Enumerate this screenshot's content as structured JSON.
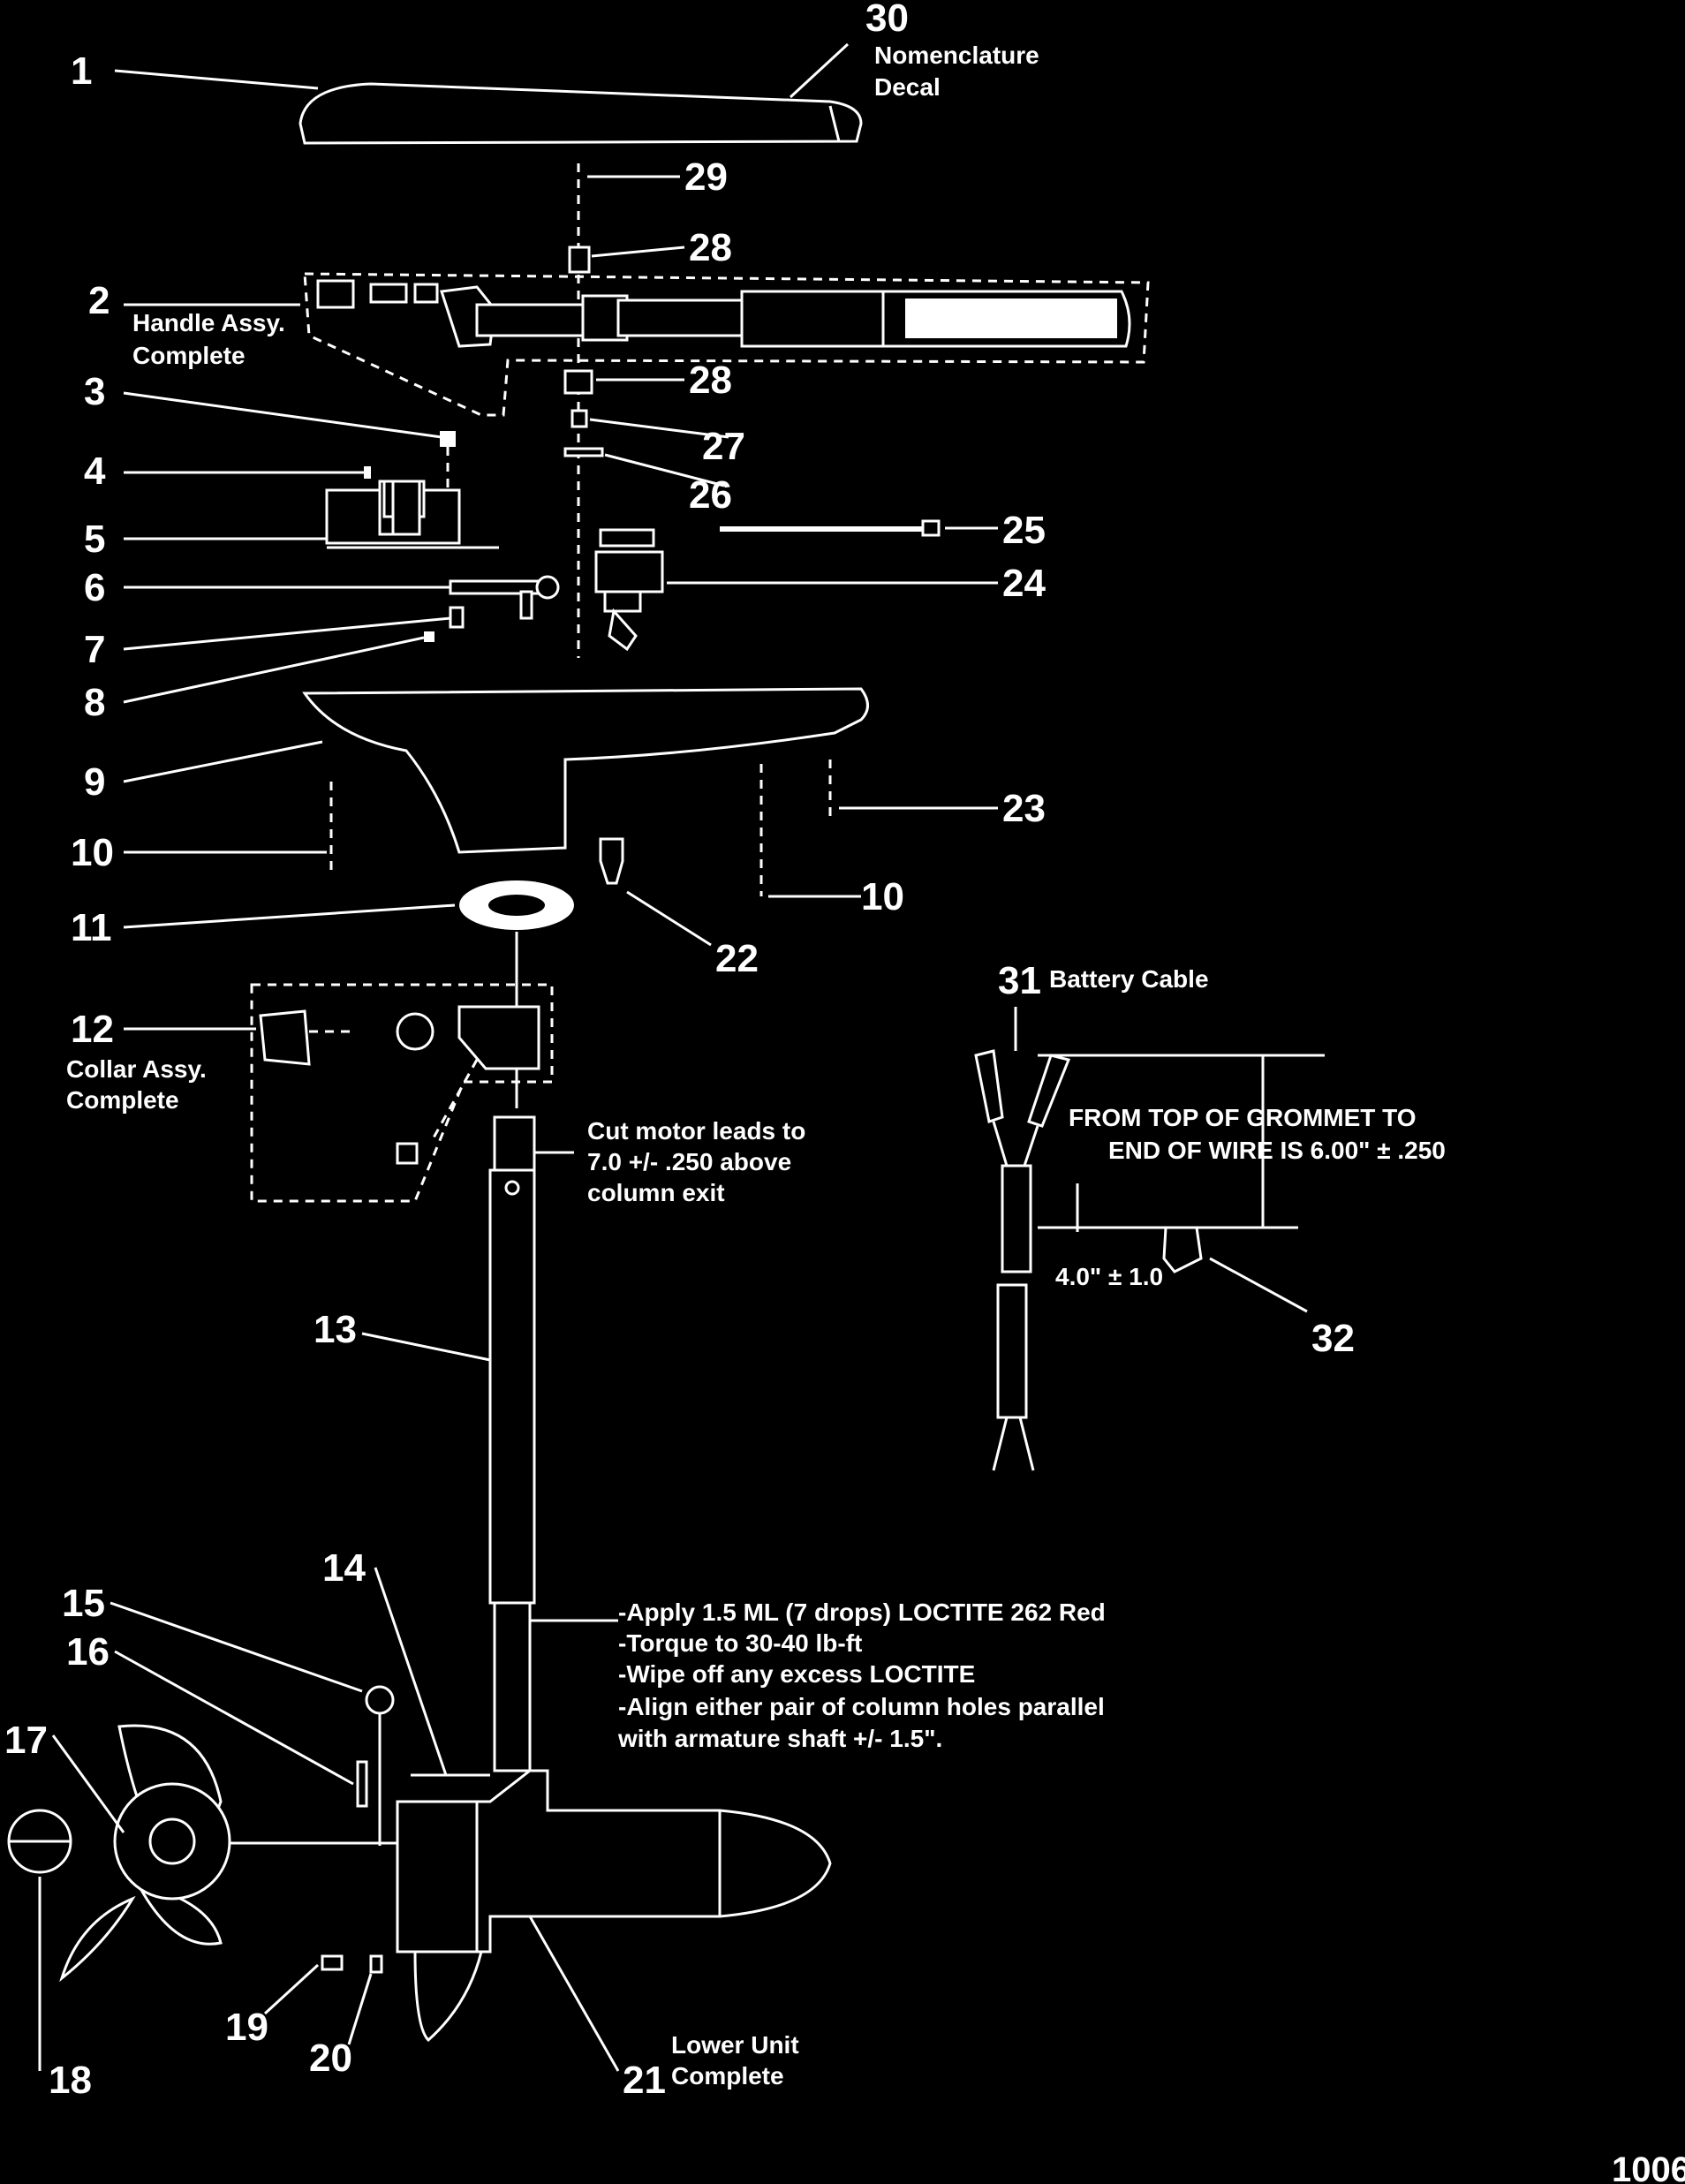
{
  "figure_number": "1006",
  "callouts": [
    {
      "id": "c1",
      "number": "1"
    },
    {
      "id": "c2",
      "number": "2",
      "label": [
        "Handle Assy.",
        "Complete"
      ]
    },
    {
      "id": "c3",
      "number": "3"
    },
    {
      "id": "c4",
      "number": "4"
    },
    {
      "id": "c5",
      "number": "5"
    },
    {
      "id": "c6",
      "number": "6"
    },
    {
      "id": "c7",
      "number": "7"
    },
    {
      "id": "c8",
      "number": "8"
    },
    {
      "id": "c9",
      "number": "9"
    },
    {
      "id": "c10a",
      "number": "10"
    },
    {
      "id": "c11",
      "number": "11"
    },
    {
      "id": "c12",
      "number": "12",
      "label": [
        "Collar Assy.",
        "Complete"
      ]
    },
    {
      "id": "c13",
      "number": "13"
    },
    {
      "id": "c14",
      "number": "14"
    },
    {
      "id": "c15",
      "number": "15"
    },
    {
      "id": "c16",
      "number": "16"
    },
    {
      "id": "c17",
      "number": "17"
    },
    {
      "id": "c18",
      "number": "18"
    },
    {
      "id": "c19",
      "number": "19"
    },
    {
      "id": "c20",
      "number": "20"
    },
    {
      "id": "c21",
      "number": "21",
      "label": [
        "Lower Unit",
        "Complete"
      ]
    },
    {
      "id": "c22",
      "number": "22"
    },
    {
      "id": "c23",
      "number": "23"
    },
    {
      "id": "c10b",
      "number": "10"
    },
    {
      "id": "c24",
      "number": "24"
    },
    {
      "id": "c25",
      "number": "25"
    },
    {
      "id": "c26",
      "number": "26"
    },
    {
      "id": "c27",
      "number": "27"
    },
    {
      "id": "c28a",
      "number": "28"
    },
    {
      "id": "c28b",
      "number": "28"
    },
    {
      "id": "c29",
      "number": "29"
    },
    {
      "id": "c30",
      "number": "30",
      "label": [
        "Nomenclature",
        "Decal"
      ]
    },
    {
      "id": "c31",
      "number": "31",
      "label": [
        "Battery Cable"
      ]
    },
    {
      "id": "c32",
      "number": "32"
    }
  ],
  "notes": {
    "motor_leads": [
      "Cut motor leads to",
      "7.0 +/- .250 above",
      "column exit"
    ],
    "loctite": [
      "-Apply 1.5 ML (7 drops) LOCTITE 262 Red",
      "-Torque to 30-40 lb-ft",
      "-Wipe off any excess LOCTITE",
      "-Align either pair of column holes parallel",
      "with armature shaft +/- 1.5\"."
    ],
    "cable_dim": [
      "FROM TOP OF GROMMET TO",
      "END OF WIRE IS 6.00\" ± .250"
    ],
    "cable_dim2": "4.0\" ± 1.0"
  }
}
